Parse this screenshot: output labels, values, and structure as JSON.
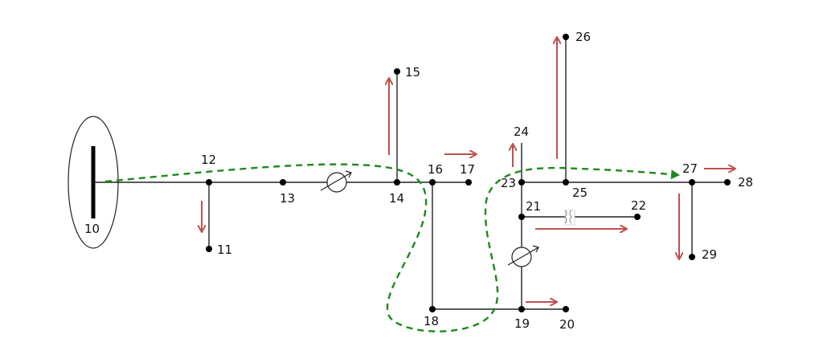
{
  "diagram": {
    "nodes": [
      "10",
      "11",
      "12",
      "13",
      "14",
      "15",
      "16",
      "17",
      "18",
      "19",
      "20",
      "21",
      "22",
      "23",
      "24",
      "25",
      "26",
      "27",
      "28",
      "29"
    ],
    "colors": {
      "line": "#222222",
      "flow_arrow": "#c0504d",
      "path": "#1a8a1a"
    },
    "icons": [
      "source-ellipse",
      "meter-icon",
      "transformer-icon"
    ]
  }
}
